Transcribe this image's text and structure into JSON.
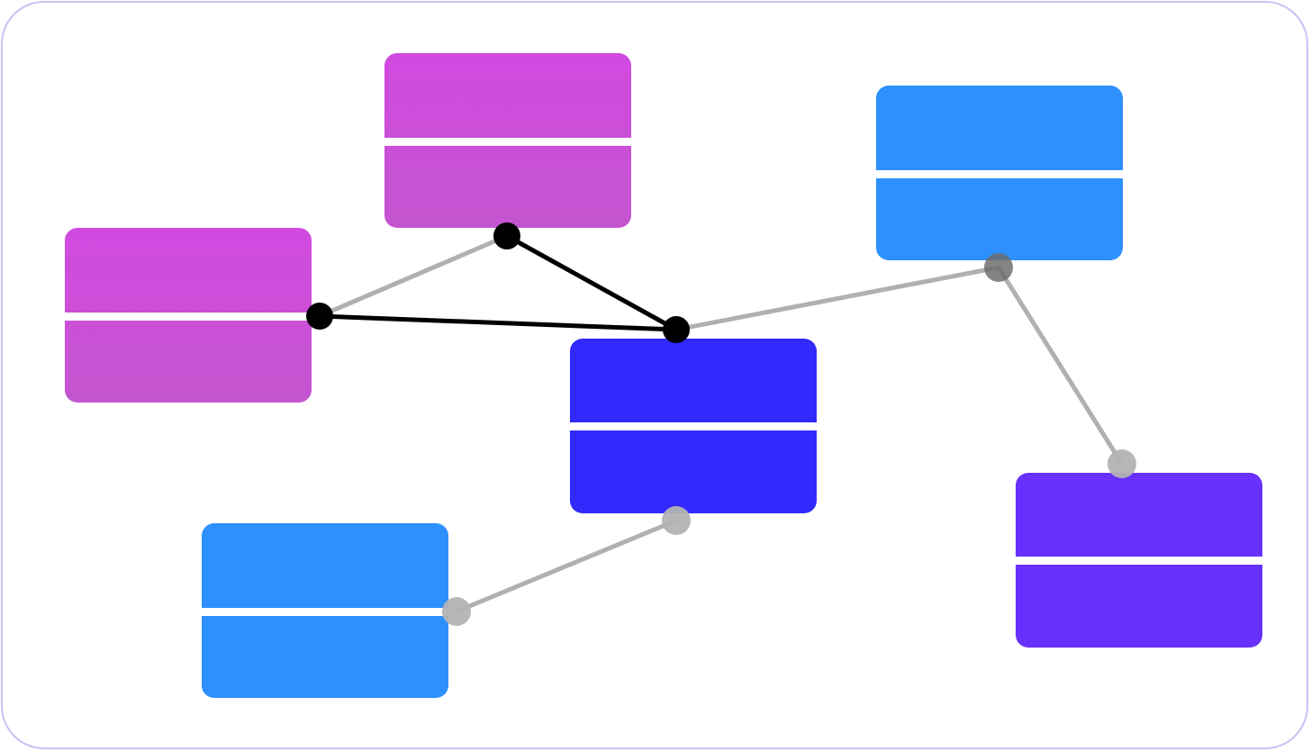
{
  "colors": {
    "frame_border": "#cbbff2",
    "node_pink_top": "#d14ae0",
    "node_pink_bottom": "#c455cf",
    "node_sky": "#2d90fd",
    "node_indigo": "#3229fd",
    "node_violet": "#6730fd",
    "edge_active": "#000000",
    "edge_inactive": "#b0b0b0",
    "port_active": "#000000",
    "port_inactive": "#b3b3b3",
    "port_dim": "#6f6f6f"
  },
  "diagram": {
    "nodes": [
      {
        "name": "node-pink-top",
        "color": "pink"
      },
      {
        "name": "node-pink-left",
        "color": "pink"
      },
      {
        "name": "node-indigo-center",
        "color": "indigo"
      },
      {
        "name": "node-sky-top-right",
        "color": "sky"
      },
      {
        "name": "node-sky-bottom-left",
        "color": "sky"
      },
      {
        "name": "node-violet-right",
        "color": "violet"
      }
    ],
    "edges": [
      {
        "from": "node-pink-left",
        "to": "node-pink-top",
        "state": "inactive"
      },
      {
        "from": "node-pink-top",
        "to": "node-indigo-center",
        "state": "active"
      },
      {
        "from": "node-pink-left",
        "to": "node-indigo-center",
        "state": "active"
      },
      {
        "from": "node-indigo-center",
        "to": "node-sky-top-right",
        "state": "inactive"
      },
      {
        "from": "node-sky-top-right",
        "to": "node-violet-right",
        "state": "inactive"
      },
      {
        "from": "node-indigo-center",
        "to": "node-sky-bottom-left",
        "state": "inactive"
      }
    ]
  }
}
